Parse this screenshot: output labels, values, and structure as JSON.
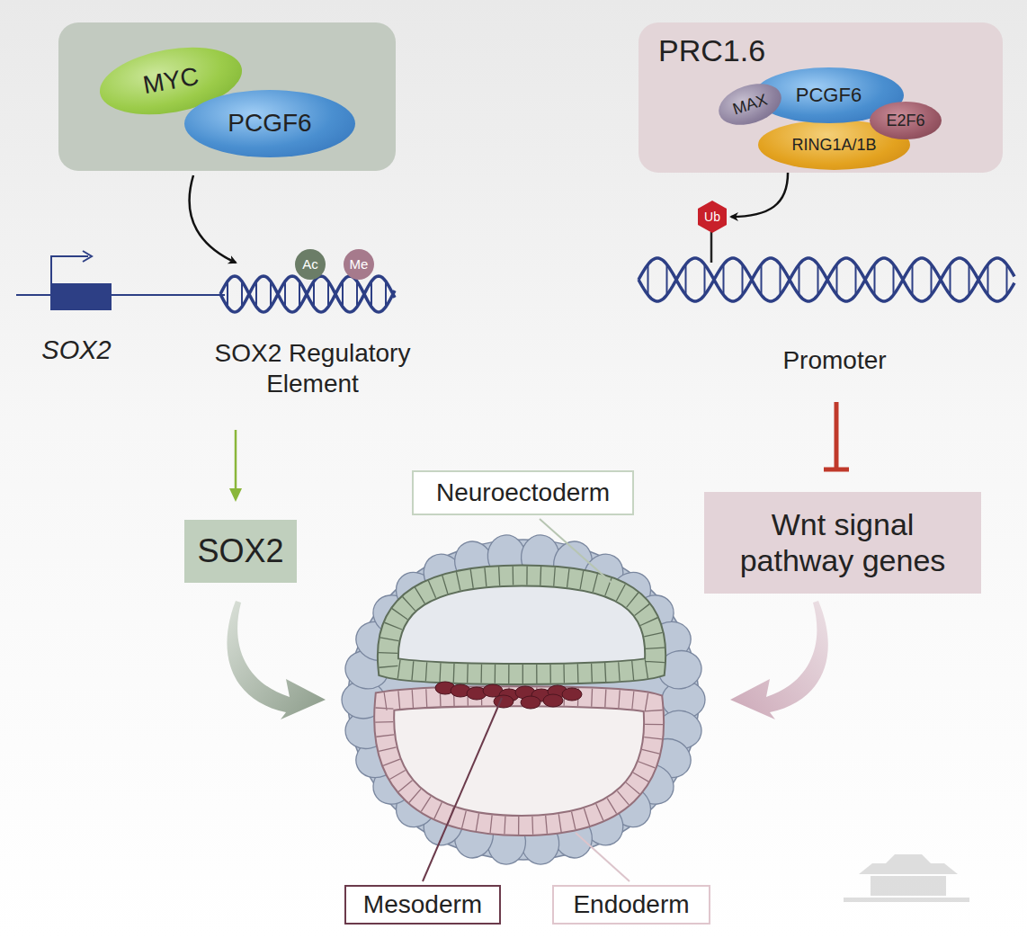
{
  "diagram": {
    "nodes": [
      {
        "text": [
          "MYC"
        ]
      },
      {
        "text": [
          "PCGF6"
        ]
      },
      {
        "text": [
          "PRC1.6"
        ]
      },
      {
        "text": [
          "MAX"
        ],
        "in": 2
      },
      {
        "text": [
          "PCGF6"
        ],
        "in": 2
      },
      {
        "text": [
          "E2F6"
        ],
        "in": 2
      },
      {
        "text": [
          "RING1A/1B"
        ],
        "in": 2
      },
      {
        "text": [
          "Ac"
        ]
      },
      {
        "text": [
          "Me"
        ]
      },
      {
        "text": [
          "Ub"
        ]
      },
      {
        "text": [
          "SOX2"
        ]
      },
      {
        "text": [
          "Wnt signal pathway genes"
        ]
      },
      {
        "text": [
          "Neuroectoderm"
        ]
      },
      {
        "text": [
          "Mesoderm"
        ]
      },
      {
        "text": [
          "Endoderm"
        ]
      }
    ],
    "edges": [
      {
        "from": 2,
        "to": 9,
        "arrow": "to"
      }
    ],
    "labels": [
      "SOX2",
      "SOX2 Regulatory Element",
      "Promoter"
    ]
  }
}
